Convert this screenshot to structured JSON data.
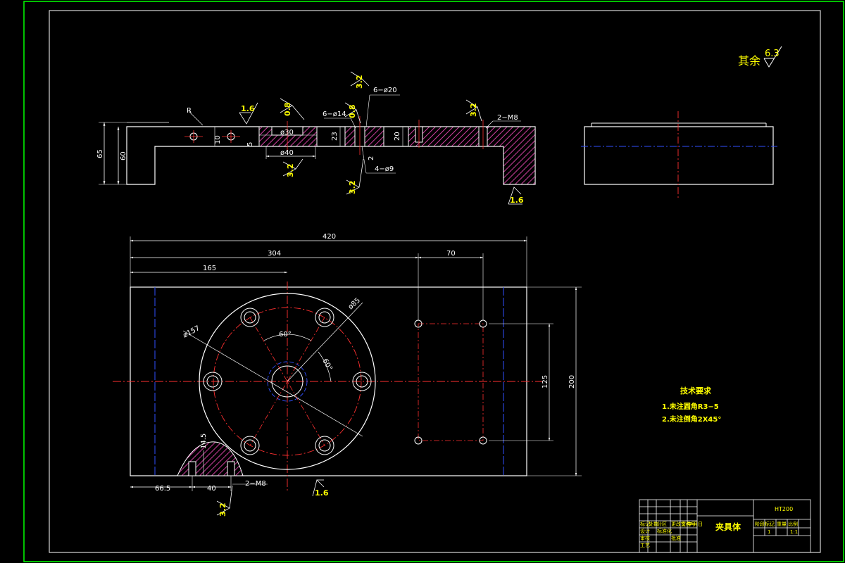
{
  "surface_finish_other": {
    "label": "其余",
    "value": "6.3"
  },
  "front_view": {
    "roughness": [
      "1.6",
      "0.8",
      "3.2",
      "0.8",
      "3.2",
      "3.2",
      "3.2",
      "1.6"
    ],
    "labels": {
      "r": "R",
      "holes_6_phi20": "6−ø20",
      "holes_6_phi14": "6−ø14",
      "holes_2_m8": "2−M8",
      "phi30": "ø30",
      "phi40": "ø40",
      "holes_4_phi9": "4−ø9"
    },
    "dims": {
      "d65": "65",
      "d60": "60",
      "d10": "10",
      "d5": "5",
      "d23": "23",
      "d20": "20",
      "d2": "2"
    }
  },
  "top_view": {
    "dims": {
      "d420": "420",
      "d304": "304",
      "d70": "70",
      "d165": "165",
      "d200": "200",
      "d125": "125",
      "d66_5": "66.5",
      "d40": "40",
      "d14_5": "14.5"
    },
    "labels": {
      "phi157": "ø157",
      "phi85": "ø85",
      "angle1": "60°",
      "angle2": "60°",
      "holes_2_m8": "2−M8",
      "roughness_a": "3.2",
      "roughness_b": "1.6"
    }
  },
  "tech_requirements": {
    "title": "技术要求",
    "items": [
      "1.未注圆角R3−5",
      "2.未注倒角2X45°"
    ]
  },
  "title_block": {
    "part_name": "夹具体",
    "material": "HT200",
    "cells": [
      "标记",
      "处数",
      "分区",
      "更改文件号",
      "签名",
      "年月日",
      "设计",
      "标准化",
      "审核",
      "工艺",
      "批准",
      "阶段标记",
      "重量",
      "比例",
      "1",
      "1:1"
    ]
  }
}
